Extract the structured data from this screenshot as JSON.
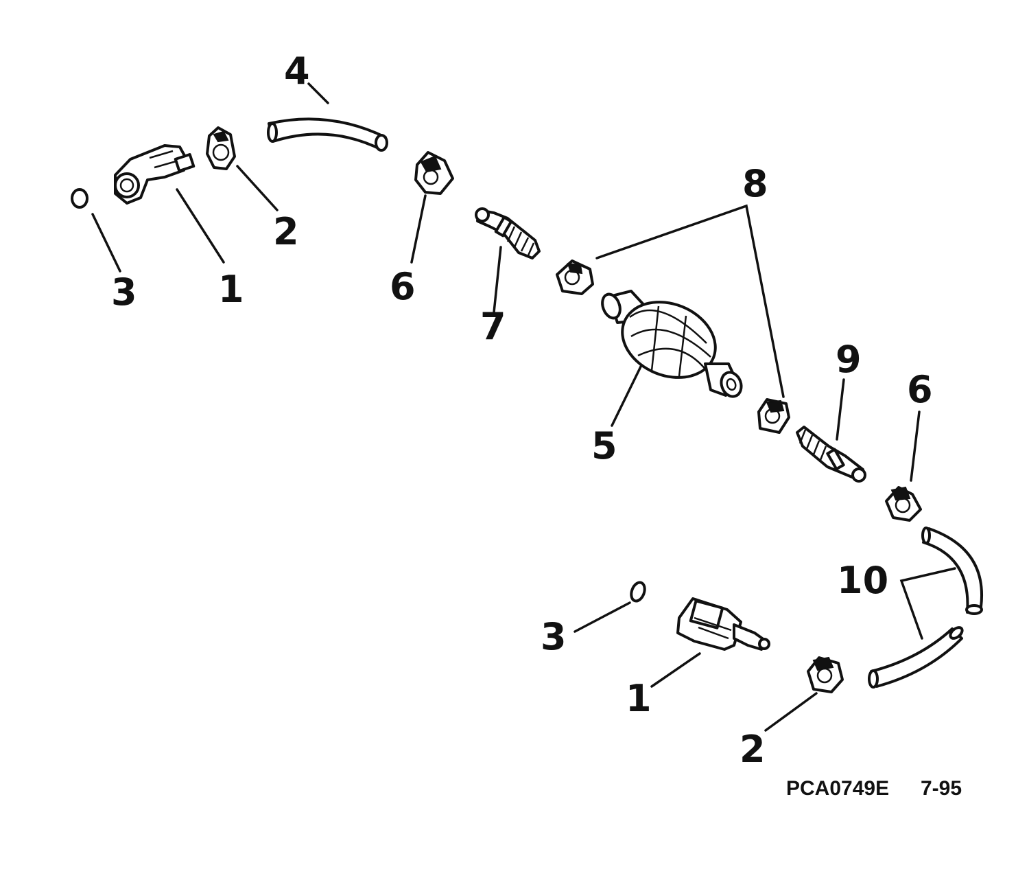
{
  "callouts": {
    "c1a": "1",
    "c1b": "1",
    "c2a": "2",
    "c2b": "2",
    "c3a": "3",
    "c3b": "3",
    "c4": "4",
    "c5": "5",
    "c6a": "6",
    "c6b": "6",
    "c7": "7",
    "c8": "8",
    "c9": "9",
    "c10": "10"
  },
  "footer": {
    "code": "PCA0749E",
    "date": "7-95"
  }
}
